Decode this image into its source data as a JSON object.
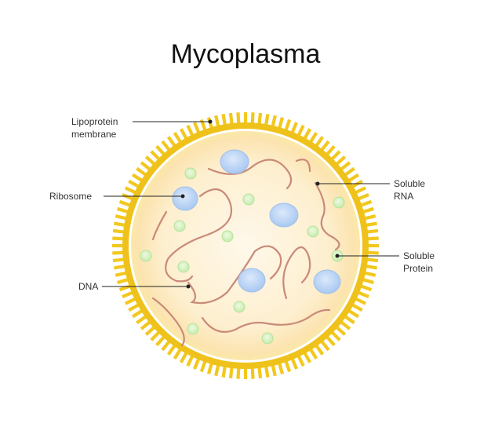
{
  "title": "Mycoplasma",
  "labels": {
    "membrane_line1": "Lipoprotein",
    "membrane_line2": "membrane",
    "ribosome": "Ribosome",
    "dna": "DNA",
    "rna_line1": "Soluble",
    "rna_line2": "RNA",
    "protein_line1": "Soluble",
    "protein_line2": "Protein"
  },
  "colors": {
    "membrane": "#f2c81e",
    "membrane_dark": "#e3b208",
    "cytoplasm_center": "#fff7e6",
    "cytoplasm_edge": "#fde9bd",
    "ribosome_fill": "#bcd6f7",
    "ribosome_edge": "#8eb6e8",
    "protein_fill": "#d8f2c6",
    "protein_edge": "#aee08e",
    "dna_strand": "#c98a79",
    "leader": "#222222"
  }
}
